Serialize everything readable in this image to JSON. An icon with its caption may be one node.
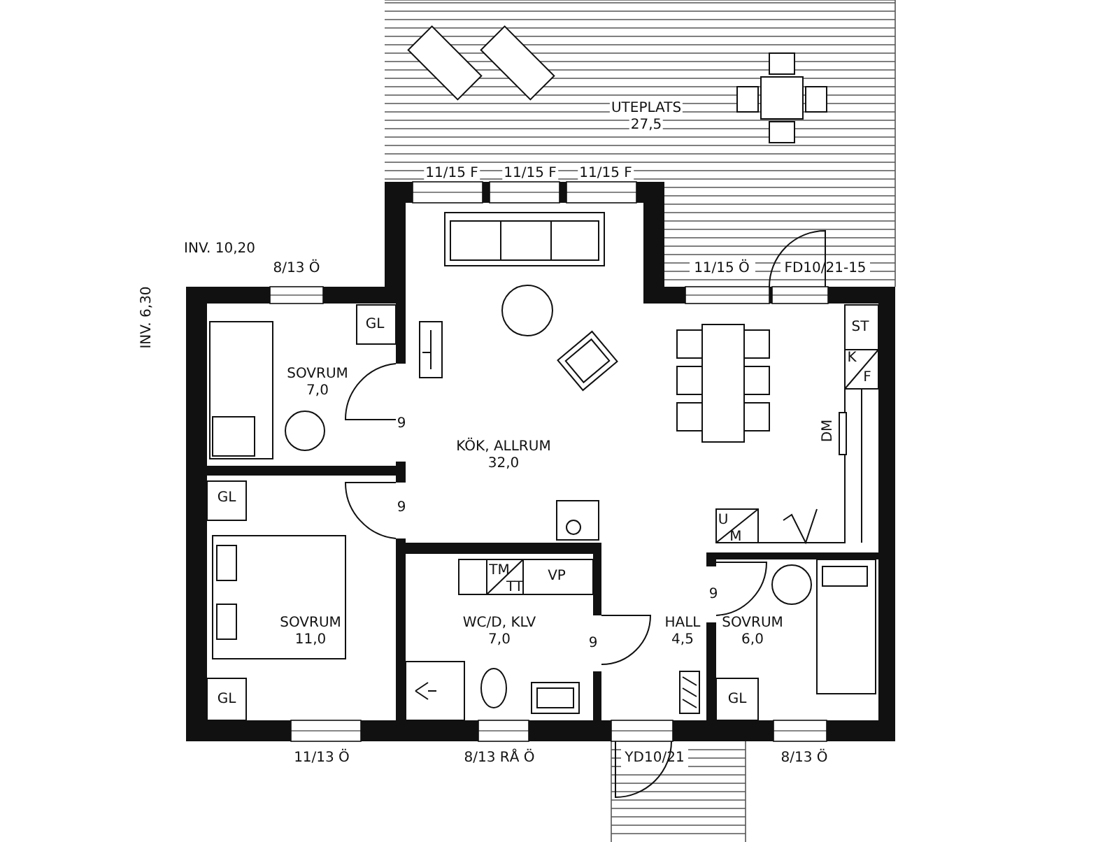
{
  "diagram": {
    "nodes": [
      {
        "text": [
          "UTEPLATS",
          "27,5"
        ]
      },
      {
        "text": [
          "SOVRUM",
          "7,0"
        ]
      },
      {
        "text": [
          "KÖK, ALLRUM",
          "32,0"
        ]
      },
      {
        "text": [
          "SOVRUM",
          "11,0"
        ]
      },
      {
        "text": [
          "WC/D, KLV",
          "7,0"
        ]
      },
      {
        "text": [
          "HALL",
          "4,5"
        ]
      },
      {
        "text": [
          "SOVRUM",
          "6,0"
        ]
      }
    ],
    "labels": [
      "11/15 F",
      "11/15 F",
      "11/15 F",
      "INV. 10,20",
      "8/13 Ö",
      "11/15 Ö",
      "FD10/21-15",
      "INV. 6,30",
      "GL",
      "ST",
      "K",
      "F",
      "DM",
      "9",
      "9",
      "GL",
      "U",
      "M",
      "TM",
      "TT",
      "VP",
      "9",
      "9",
      "GL",
      "GL",
      "11/13 Ö",
      "8/13 RÅ Ö",
      "YD10/21",
      "8/13 Ö"
    ]
  }
}
